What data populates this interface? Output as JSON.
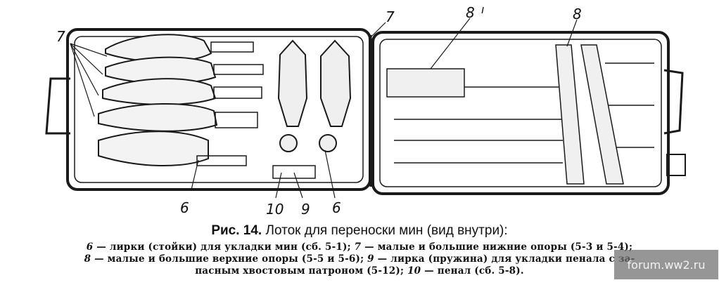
{
  "figure": {
    "callouts": {
      "c7_left": "7",
      "c7_top": "7",
      "c8_top": "8",
      "c8_tick": "ı",
      "c8_right": "8",
      "c6_left": "6",
      "c10": "10",
      "c9": "9",
      "c6_bottom": "6"
    }
  },
  "caption": {
    "title_num": "Рис. 14.",
    "title_text": "Лоток для переноски мин (вид внутри):",
    "line1_a": "6",
    "line1_b": " — лирки (стойки) для укладки мин (сб. 5-1); ",
    "line1_c": "7",
    "line1_d": " — малые и большие нижние опоры (5-3 и 5-4);",
    "line2_a": "8",
    "line2_b": " — малые и большие верхние опоры (5-5 и 5-6); ",
    "line2_c": "9",
    "line2_d": " — лирка (пружина) для укладки пенала с за-",
    "line3_a": "пасным хвостовым патроном (5-12); ",
    "line3_b": "10",
    "line3_c": " — пенал (сб. 5-8)."
  },
  "watermark": {
    "text": "forum.ww2.ru"
  }
}
